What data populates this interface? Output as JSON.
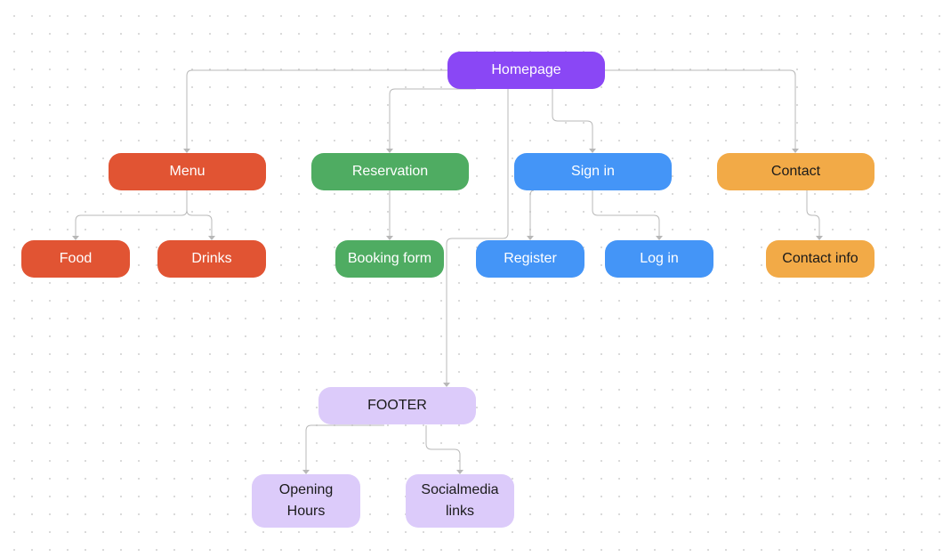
{
  "diagram": {
    "nodes": {
      "homepage": "Homepage",
      "menu": "Menu",
      "reservation": "Reservation",
      "sign_in": "Sign in",
      "contact": "Contact",
      "food": "Food",
      "drinks": "Drinks",
      "booking_form": "Booking form",
      "register": "Register",
      "log_in": "Log in",
      "contact_info": "Contact info",
      "footer": "FOOTER",
      "opening_hours": "Opening\nHours",
      "socialmedia_links": "Socialmedia\nlinks"
    },
    "colors": {
      "homepage": "#8a47f5",
      "menu": "#e15433",
      "reservation": "#4fac62",
      "sign_in": "#4495f7",
      "contact": "#f2aa47",
      "footer": "#dccbfa",
      "connector": "#b8b8b8"
    },
    "edges": [
      [
        "homepage",
        "menu"
      ],
      [
        "homepage",
        "reservation"
      ],
      [
        "homepage",
        "sign_in"
      ],
      [
        "homepage",
        "contact"
      ],
      [
        "homepage",
        "footer"
      ],
      [
        "menu",
        "food"
      ],
      [
        "menu",
        "drinks"
      ],
      [
        "reservation",
        "booking_form"
      ],
      [
        "sign_in",
        "register"
      ],
      [
        "sign_in",
        "log_in"
      ],
      [
        "contact",
        "contact_info"
      ],
      [
        "footer",
        "opening_hours"
      ],
      [
        "footer",
        "socialmedia_links"
      ]
    ]
  }
}
